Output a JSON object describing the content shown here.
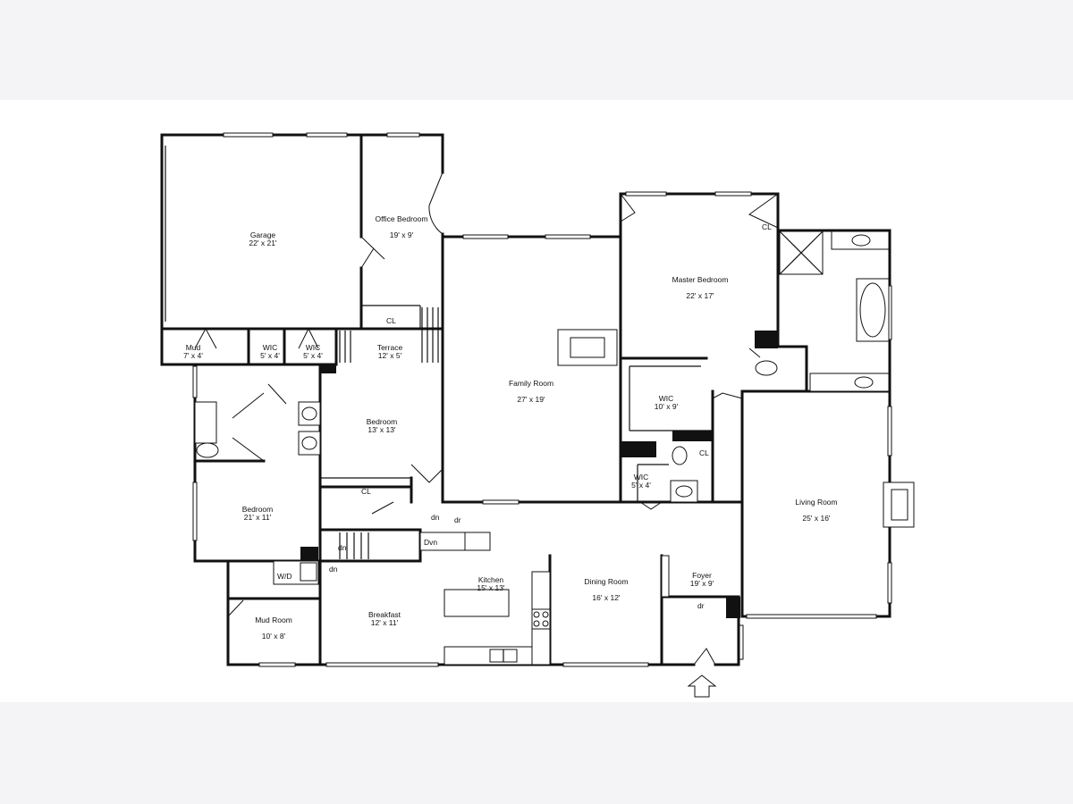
{
  "rooms": [
    {
      "name": "Garage",
      "size": "22' x 21'"
    },
    {
      "name": "Office Bedroom",
      "size": "19' x 9'"
    },
    {
      "name": "Family Room",
      "size": "27' x 19'"
    },
    {
      "name": "Master Bedroom",
      "size": "22' x 17'"
    },
    {
      "name": "Mud",
      "size": "7' x 4'"
    },
    {
      "name": "WIC",
      "size": "5' x 4'"
    },
    {
      "name": "WIC",
      "size": "5' x 4'"
    },
    {
      "name": "Terrace",
      "size": "12' x 5'"
    },
    {
      "name": "Bedroom",
      "size": "13' x 13'"
    },
    {
      "name": "WIC",
      "size": "10' x 9'"
    },
    {
      "name": "WIC",
      "size": "5' x 4'"
    },
    {
      "name": "Bedroom",
      "size": "21' x 11'"
    },
    {
      "name": "Living Room",
      "size": "25' x 16'"
    },
    {
      "name": "Kitchen",
      "size": "15' x 13'"
    },
    {
      "name": "Dining Room",
      "size": "16' x 12'"
    },
    {
      "name": "Foyer",
      "size": "19' x 9'"
    },
    {
      "name": "Breakfast",
      "size": "12' x 11'"
    },
    {
      "name": "Mud Room",
      "size": "10' x 8'"
    }
  ],
  "annotations": {
    "cl_office": "CL",
    "cl_master": "CL",
    "cl_bath": "CL",
    "cl_hall": "CL",
    "wd": "W/D",
    "dn_stair": "dn",
    "dn_hall": "dn",
    "dn_kitchen": "dn",
    "dn_foyer": "dr",
    "dn_upper": "dr",
    "dvn": "Dvn"
  }
}
